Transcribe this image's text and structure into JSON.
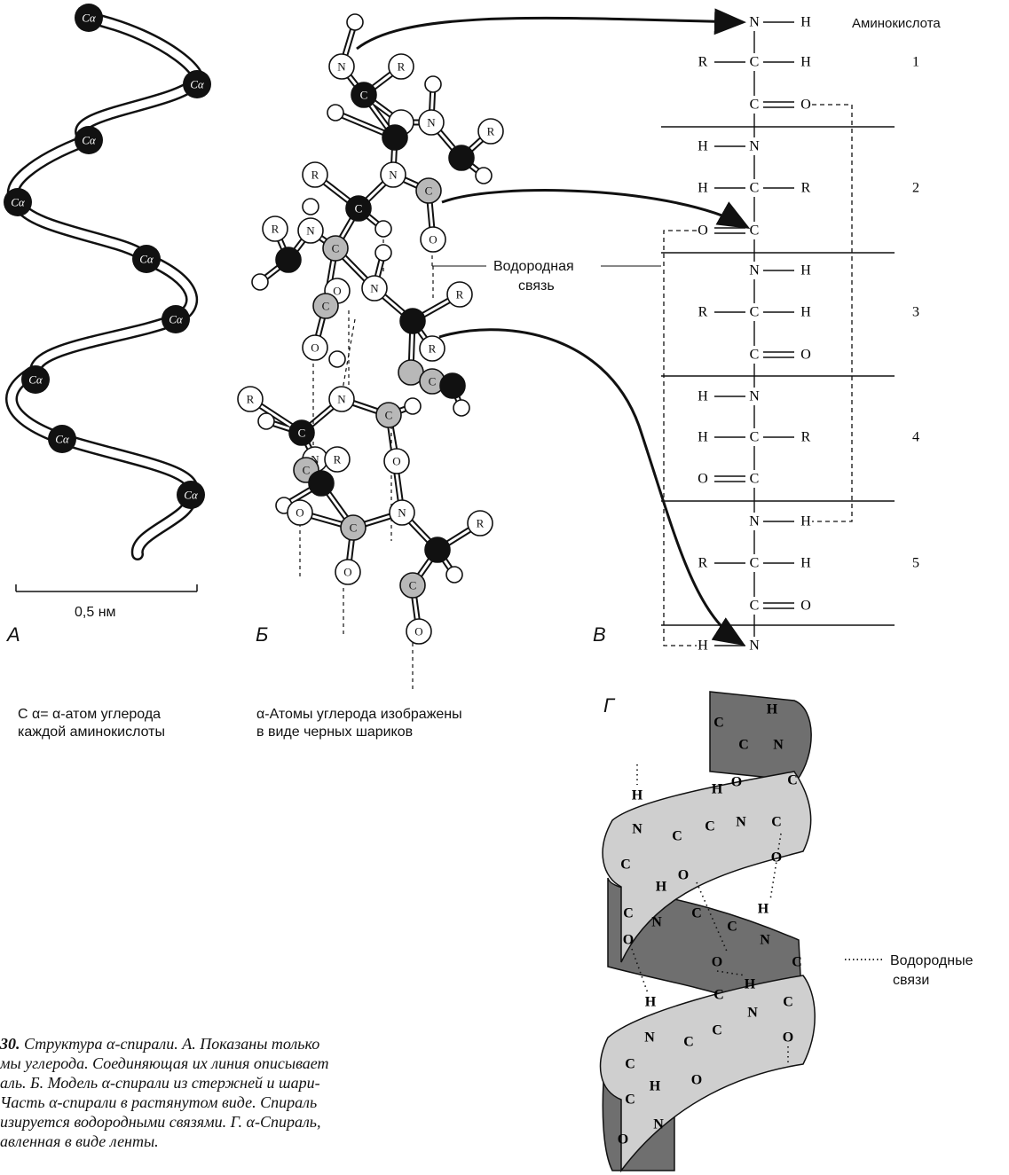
{
  "panelA": {
    "letter": "A",
    "atom_label": "Cα",
    "scale_label": "0,5 нм",
    "legend_line1": "C α= α-атом углерода",
    "legend_line2": "каждой аминокислоты"
  },
  "panelB": {
    "letter": "Б",
    "hbond_label_line1": "Водородная",
    "hbond_label_line2": "связь",
    "legend_line1": "α-Атомы углерода изображены",
    "legend_line2": "в виде черных шариков",
    "atoms": {
      "N": "N",
      "C": "C",
      "O": "O",
      "R": "R"
    }
  },
  "panelC": {
    "letter": "В",
    "header": "Аминокислота",
    "residues": [
      "1",
      "2",
      "3",
      "4",
      "5"
    ],
    "atoms": {
      "N": "N",
      "H": "H",
      "C": "C",
      "O": "O",
      "R": "R"
    }
  },
  "panelD": {
    "letter": "Г",
    "legend_line1": "Водородные",
    "legend_line2": "связи",
    "atoms": {
      "N": "N",
      "H": "H",
      "C": "C",
      "O": "O"
    }
  },
  "caption": {
    "line1_bold": "30.",
    "line1": " Структура α-спирали. А. Показаны только",
    "line2": "мы углерода. Соединяющая их линия описывает",
    "line3": "аль. Б. Модель α-спирали из стержней и шари-",
    "line4": " Часть α-спирали в растянутом виде. Спираль",
    "line5": "изируется водородными связями. Г. α-Спираль,",
    "line6": "авленная в виде ленты."
  },
  "colors": {
    "ink": "#111111",
    "ribbon_light": "#cfcfcf",
    "ribbon_dark": "#6f6f6f",
    "atom_gray": "#b8b8b8"
  }
}
